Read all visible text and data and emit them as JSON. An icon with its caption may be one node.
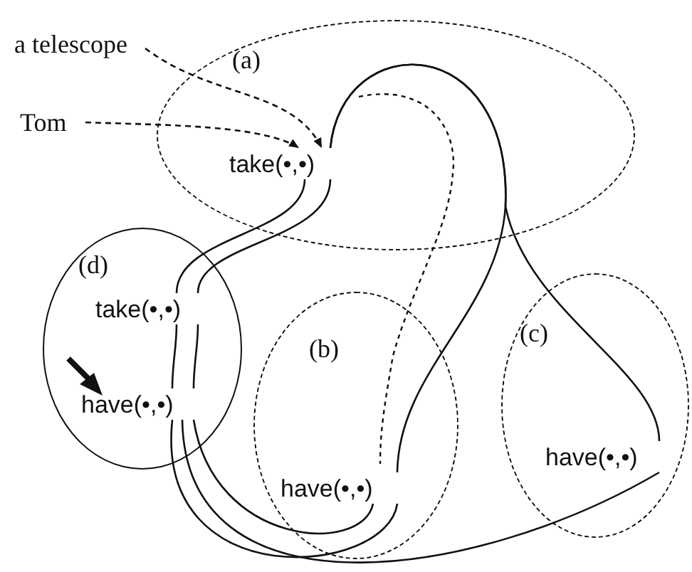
{
  "diagram": {
    "nodes": [
      {
        "text": [
          "(a)"
        ]
      },
      {
        "text": [
          "take(•,•)"
        ],
        "in": 0
      },
      {
        "text": [
          "(d)"
        ]
      },
      {
        "text": [
          "take(•,•)"
        ],
        "in": 2
      },
      {
        "text": [
          "have(•,•)"
        ],
        "in": 2
      },
      {
        "text": [
          "(b)"
        ]
      },
      {
        "text": [
          "have(•,•)"
        ],
        "in": 5
      },
      {
        "text": [
          "(c)"
        ]
      },
      {
        "text": [
          "have(•,•)"
        ],
        "in": 7
      },
      {
        "text": [
          "a telescope"
        ]
      },
      {
        "text": [
          "Tom"
        ]
      }
    ],
    "edges": [
      {
        "from": 9,
        "to": 1,
        "arrow": "to",
        "style": "dashed"
      },
      {
        "from": 10,
        "to": 1,
        "arrow": "to",
        "style": "dashed"
      },
      {
        "from": 1,
        "to": 3,
        "arrow": "none"
      },
      {
        "from": 1,
        "to": 3,
        "arrow": "none"
      },
      {
        "from": 3,
        "to": 4,
        "arrow": "none"
      },
      {
        "from": 3,
        "to": 4,
        "arrow": "none"
      },
      {
        "from": 4,
        "to": 6,
        "arrow": "none"
      },
      {
        "from": 4,
        "to": 6,
        "arrow": "none"
      },
      {
        "from": 4,
        "to": 8,
        "arrow": "none"
      },
      {
        "from": 1,
        "to": 6,
        "arrow": "none"
      },
      {
        "from": 1,
        "to": 8,
        "arrow": "none"
      }
    ]
  }
}
